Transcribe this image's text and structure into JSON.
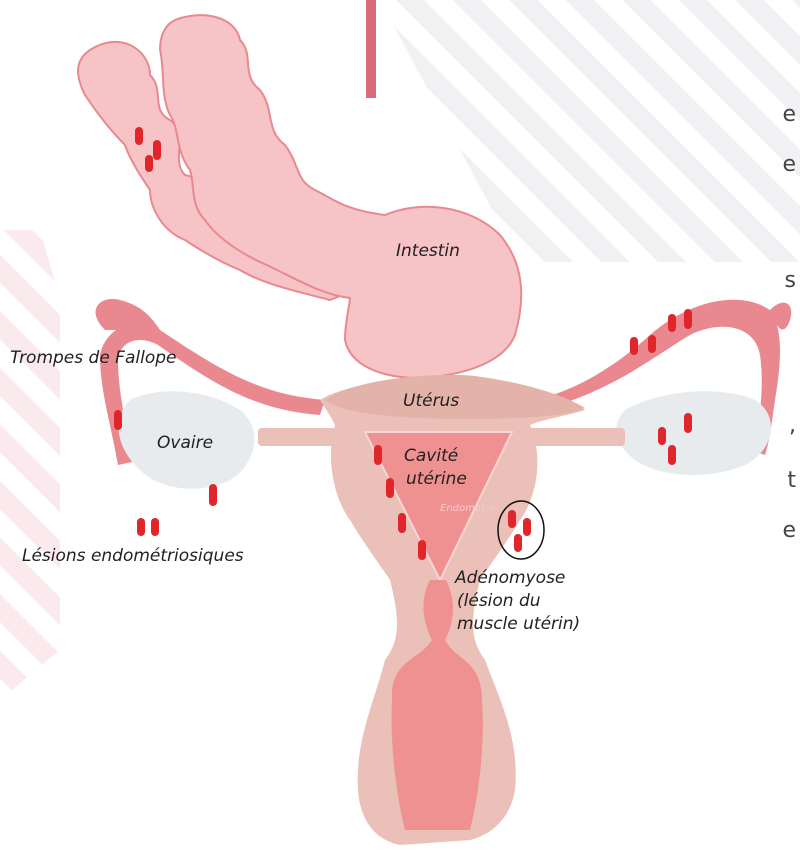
{
  "labels": {
    "intestin": "Intestin",
    "uterus": "Utérus",
    "trompes": "Trompes de Fallope",
    "ovaire": "Ovaire",
    "cavite_line1": "Cavité",
    "cavite_line2": "utérine",
    "endometre": "Endomètre",
    "adenomyose_line1": "Adénomyose",
    "adenomyose_line2": "(lésion du",
    "adenomyose_line3": "muscle utérin)",
    "lesions": "Lésions endométriosiques"
  },
  "colors": {
    "intestine_fill": "#f6c3c6",
    "intestine_stroke": "#e9898f",
    "tube": "#e9898f",
    "uterus_body": "#eac0b8",
    "uterus_fundus": "#e3b3a9",
    "cavity": "#ee9190",
    "ovary": "#e7ebee",
    "lesion": "#e0262a",
    "stripe": "#fbe9ec",
    "accent_bar": "#d96a78"
  }
}
